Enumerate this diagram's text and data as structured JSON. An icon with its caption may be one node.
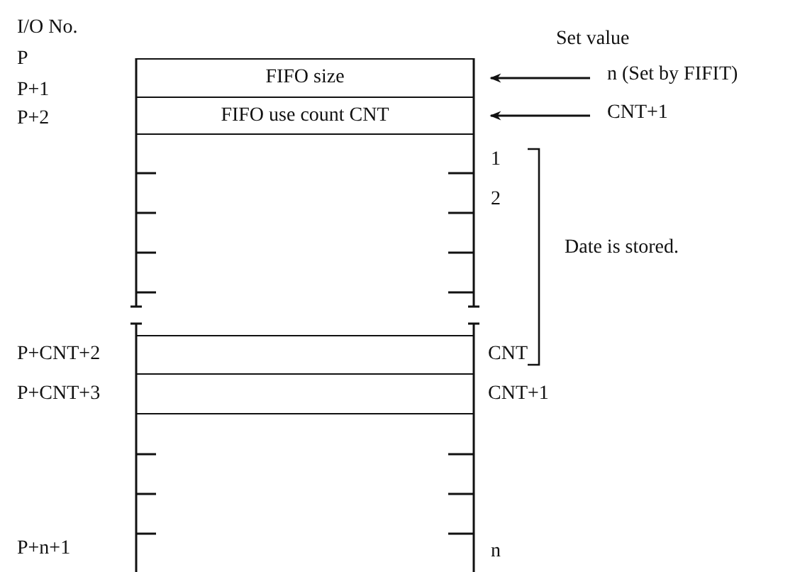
{
  "diagram": {
    "nodes": [
      {
        "text": [
          "FIFO size"
        ]
      },
      {
        "text": [
          "FIFO use count CNT"
        ]
      },
      {
        "text": [
          "n (Set by FIFIT)"
        ]
      },
      {
        "text": [
          "CNT+1"
        ]
      },
      {
        "text": [],
        "shape": "box"
      },
      {
        "text": [],
        "shape": "box"
      }
    ],
    "edges": [
      {
        "from": 2,
        "to": 0,
        "arrow": "to"
      },
      {
        "from": 3,
        "to": 1,
        "arrow": "to"
      }
    ],
    "labels": [
      "I/O No.",
      "Set value",
      "P",
      "P+1",
      "P+2",
      "1",
      "2",
      "Date is stored.",
      "P+CNT+2",
      "CNT",
      "P+CNT+3",
      "CNT+1",
      "P+n+1",
      "n"
    ]
  }
}
